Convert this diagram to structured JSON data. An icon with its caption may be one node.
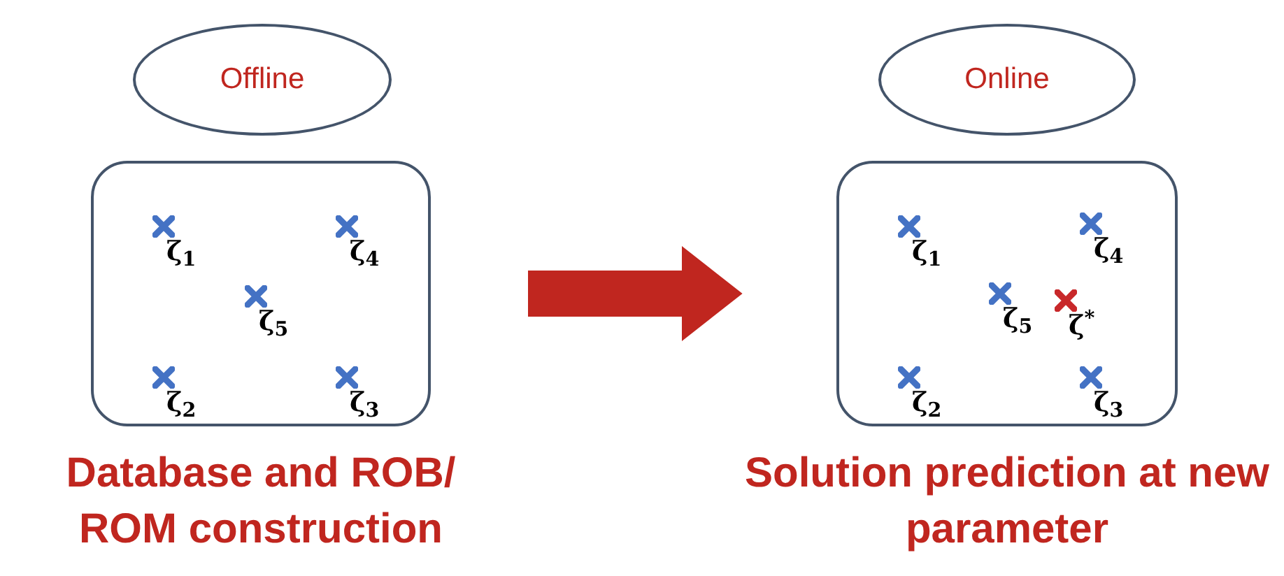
{
  "diagram": {
    "nodes": [
      {
        "text": [
          "Offline"
        ]
      },
      {
        "text": [],
        "shape": "box",
        "beside": [
          "Database and ROB/ ROM construction"
        ]
      },
      {
        "text": [
          "ζ$_{1}$"
        ],
        "in": 1
      },
      {
        "text": [
          "ζ$_{4}$"
        ],
        "in": 1
      },
      {
        "text": [
          "ζ$_{5}$"
        ],
        "in": 1
      },
      {
        "text": [
          "ζ$_{2}$"
        ],
        "in": 1
      },
      {
        "text": [
          "ζ$_{3}$"
        ],
        "in": 1
      },
      {
        "text": [
          "Online"
        ]
      },
      {
        "text": [],
        "shape": "box",
        "beside": [
          "Solution prediction at new parameter"
        ]
      },
      {
        "text": [
          "ζ$_{1}$"
        ],
        "in": 8
      },
      {
        "text": [
          "ζ$_{4}$"
        ],
        "in": 8
      },
      {
        "text": [
          "ζ$_{5}$"
        ],
        "in": 8
      },
      {
        "text": [
          "ζ$^{*}$"
        ],
        "in": 8
      },
      {
        "text": [
          "ζ$_{2}$"
        ],
        "in": 8
      },
      {
        "text": [
          "ζ$_{3}$"
        ],
        "in": 8
      }
    ],
    "edges": [
      {
        "from": 1,
        "to": 8,
        "arrow": "to",
        "style": "thick",
        "color": "#c0261f"
      }
    ]
  }
}
